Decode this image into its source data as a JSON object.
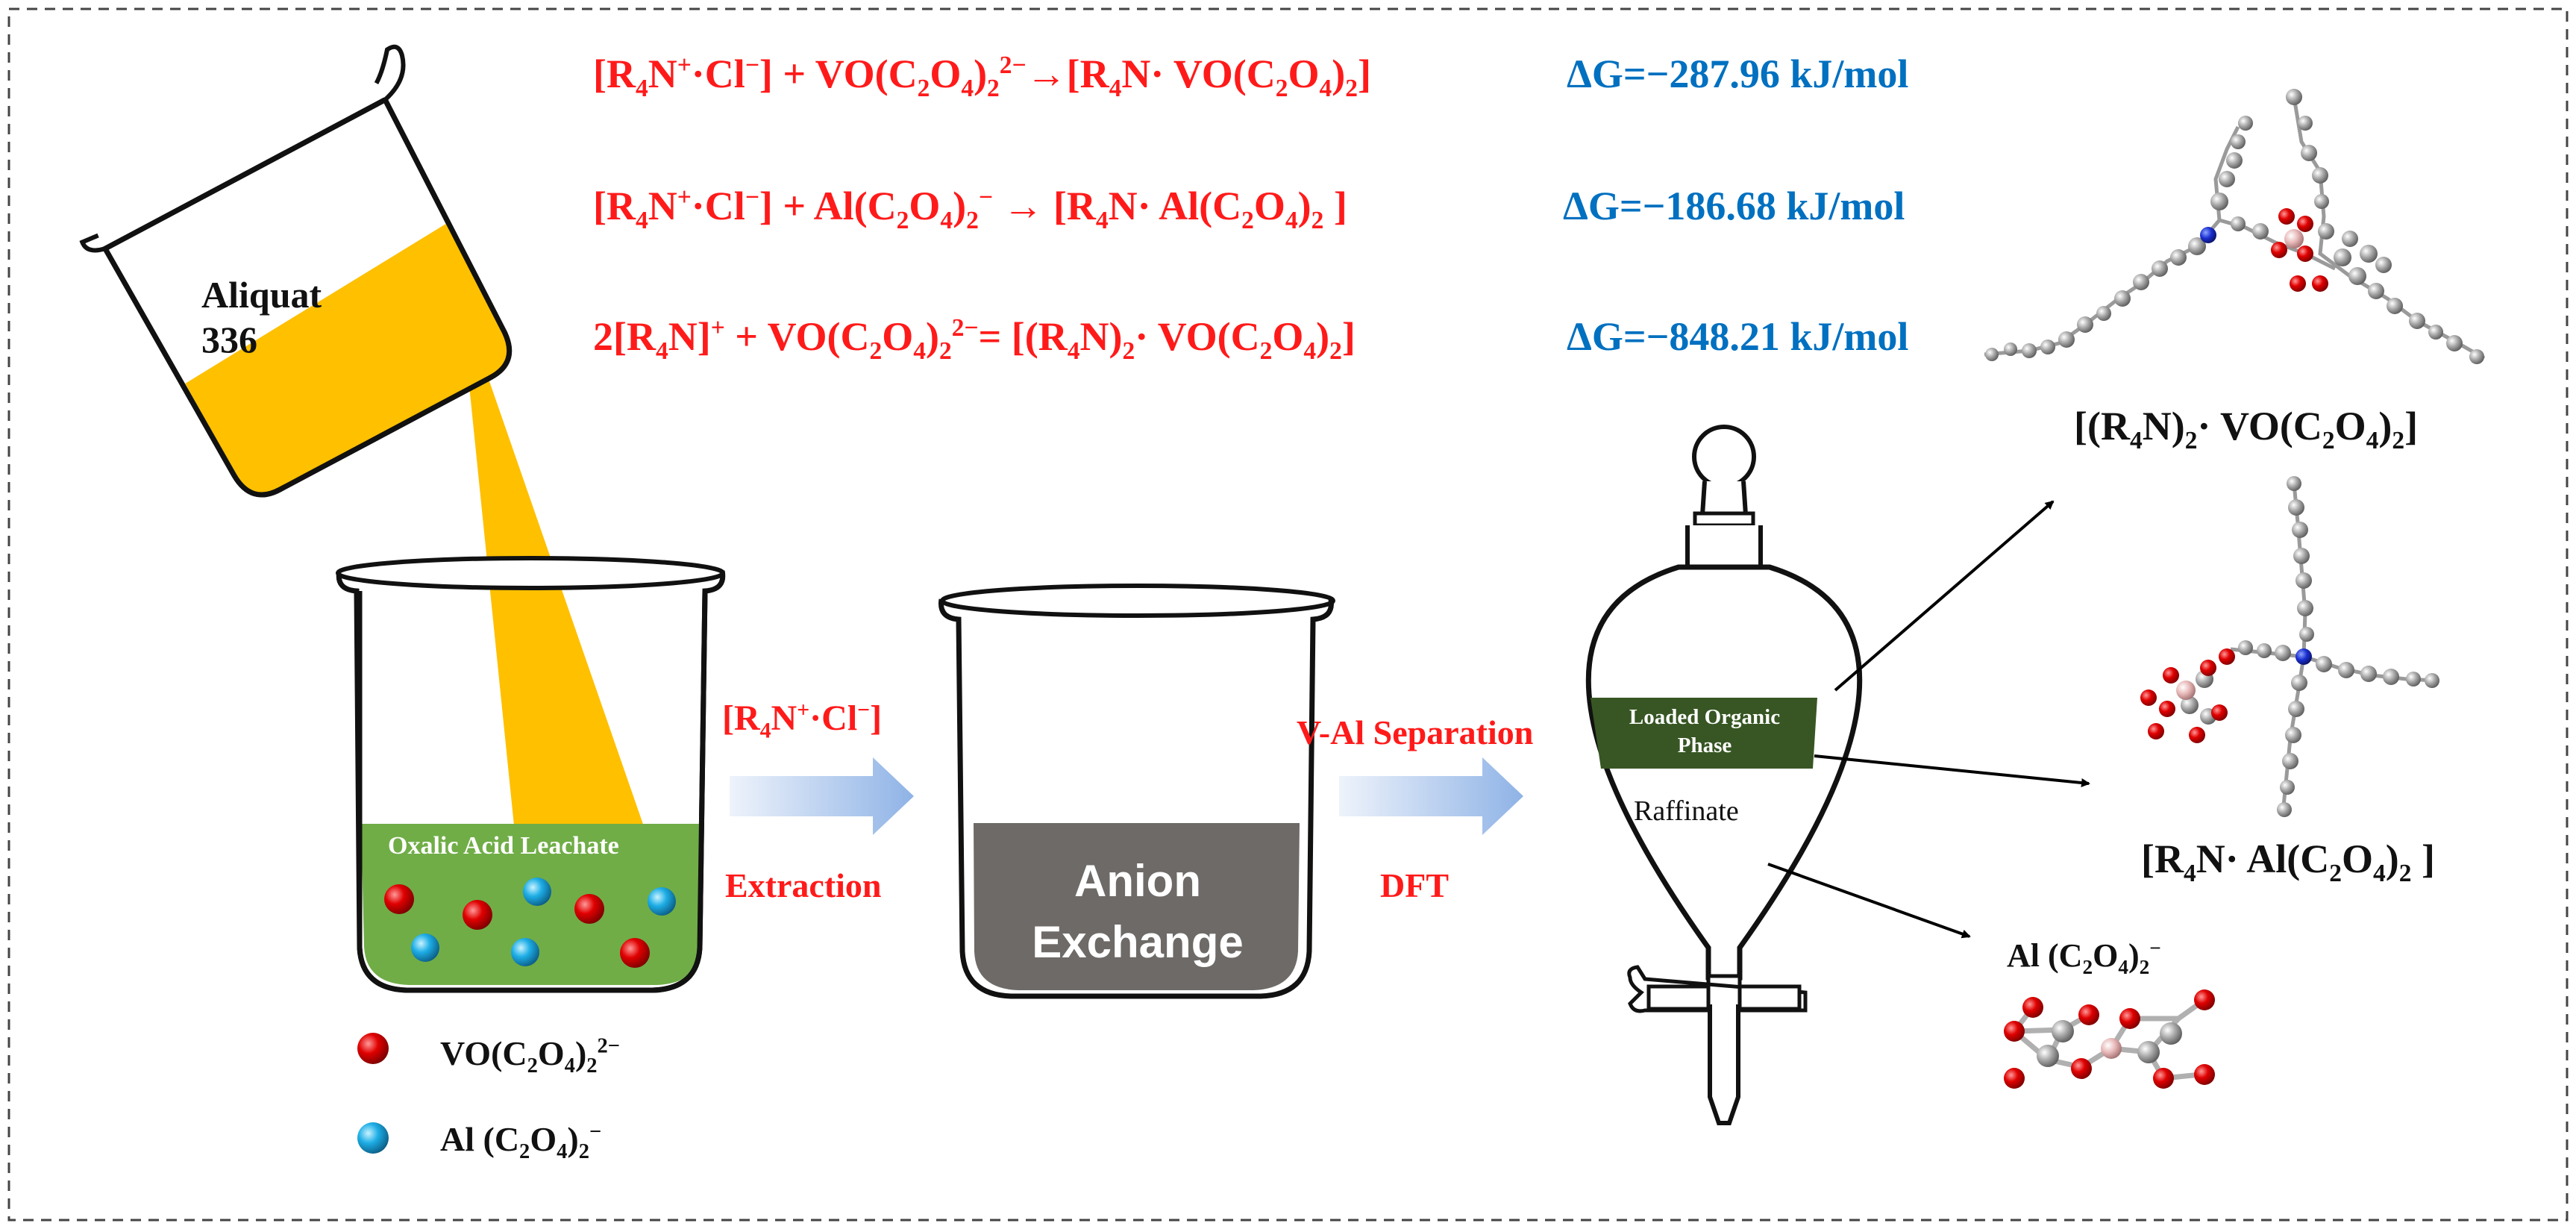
{
  "equations": [
    {
      "lhs": [
        "[R",
        "4",
        "N",
        "+",
        "·Cl",
        "−",
        "] + VO(C",
        "2",
        "O",
        "4",
        ")",
        "2",
        "2−",
        "→[R",
        "4",
        "N· VO(C",
        "2",
        "O",
        "4",
        ")",
        "2",
        "]"
      ],
      "dg": "ΔG=−287.96 kJ/mol"
    },
    {
      "lhs": [
        "[R",
        "4",
        "N",
        "+",
        "·Cl",
        "−",
        "] + Al(C",
        "2",
        "O",
        "4",
        ")",
        "2",
        "−",
        " → [R",
        "4",
        "N· Al(C",
        "2",
        "O",
        "4",
        ")",
        "2",
        " ]"
      ],
      "dg": "ΔG=−186.68 kJ/mol"
    },
    {
      "lhs": [
        "2[R",
        "4",
        "N]",
        "+",
        " + VO(C",
        "2",
        "O",
        "4",
        ")",
        "2",
        "2−",
        "= [(R",
        "4",
        "N)",
        "2",
        "· VO(C",
        "2",
        "O",
        "4",
        ")",
        "2",
        "]"
      ],
      "dg": "ΔG=−848.21 kJ/mol"
    }
  ],
  "pour_beaker": {
    "label_line1": "Aliquat",
    "label_line2": "336"
  },
  "leach_beaker": {
    "label": "Oxalic Acid Leachate"
  },
  "legend": [
    {
      "color": "#e00000",
      "text": "VO(C",
      "sub": "2",
      "text2": "O",
      "sub2": "4",
      "text3": ")",
      "sub3": "2",
      "sup": "2−"
    },
    {
      "color": "#1eaee6",
      "text": "Al (C",
      "sub": "2",
      "text2": "O",
      "sub2": "4",
      "text3": ")",
      "sub3": "2",
      "sup": "−"
    }
  ],
  "arrow1": {
    "top_a": "[R",
    "top_sub": "4",
    "top_b": "N",
    "top_sup": "+",
    "top_c": "·Cl",
    "top_sup2": "−",
    "top_d": "]",
    "bottom": "Extraction"
  },
  "anion_beaker": {
    "line1": "Anion",
    "line2": "Exchange"
  },
  "arrow2": {
    "top": "V-Al Separation",
    "bottom": "DFT"
  },
  "funnel": {
    "organic_line1": "Loaded Organic",
    "organic_line2": "Phase",
    "raffinate": "Raffinate"
  },
  "products": {
    "top": {
      "a": "[(R",
      "s1": "4",
      "b": "N)",
      "s2": "2",
      "c": "· VO(C",
      "s3": "2",
      "d": "O",
      "s4": "4",
      "e": ")",
      "s5": "2",
      "f": "]"
    },
    "middle": {
      "a": "[R",
      "s1": "4",
      "b": "N· Al(C",
      "s2": "2",
      "c": "O",
      "s3": "4",
      "d": ")",
      "s4": "2",
      "e": " ]"
    },
    "bottom": {
      "a": "Al (C",
      "s1": "2",
      "b": "O",
      "s2": "4",
      "c": ")",
      "s3": "2",
      "sup": "−"
    }
  },
  "colors": {
    "equation_red": "#ff1a1a",
    "dg_blue": "#0070c0",
    "aliquat_yellow": "#ffc000",
    "leachate_green": "#70ad47",
    "organic_phase": "#375623",
    "anion_fill": "#6d6a67",
    "arrow_blue": "#a9c4ea"
  }
}
